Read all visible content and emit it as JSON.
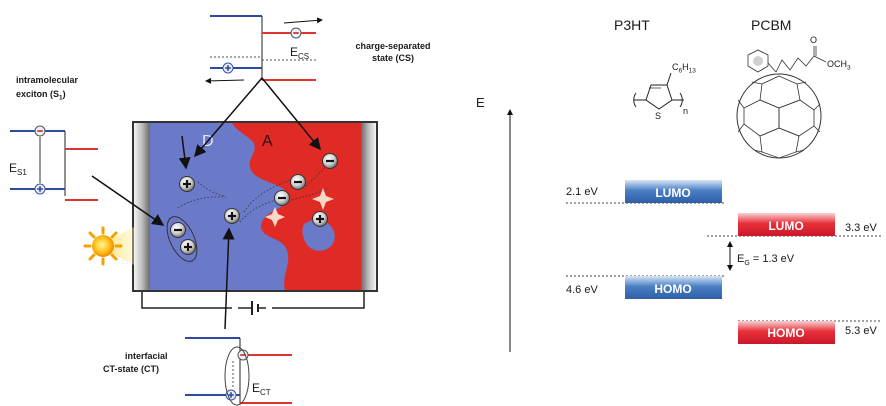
{
  "labels": {
    "charge_separated": [
      "charge-separated",
      "state (CS)"
    ],
    "e_cs": {
      "base": "E",
      "sub": "CS"
    },
    "intramolecular": [
      "intramolecular",
      "exciton (S"
    ],
    "s1_sub": "1",
    "close_paren": ")",
    "e_s1": {
      "base": "E",
      "sub": "S1"
    },
    "interfacial": [
      "interfacial",
      "CT-state (CT)"
    ],
    "e_ct": {
      "base": "E",
      "sub": "CT"
    },
    "donor": "D",
    "acceptor": "A",
    "electron_sign": "−",
    "hole_sign": "+",
    "energy_axis": "E"
  },
  "materials": {
    "p3ht": "P3HT",
    "pcbm": "PCBM",
    "p3ht_substituent": {
      "base": "C",
      "sub1": "6",
      "mid": "H",
      "sub2": "13"
    },
    "p3ht_s": "S",
    "p3ht_n": "n",
    "pcbm_substituent": {
      "base": "OCH",
      "sub": "3"
    },
    "pcbm_o": "O"
  },
  "levels": {
    "p3ht_lumo": {
      "label": "LUMO",
      "value": "2.1 eV",
      "energy": -2.1
    },
    "pcbm_lumo": {
      "label": "LUMO",
      "value": "3.3 eV",
      "energy": -3.3
    },
    "p3ht_homo": {
      "label": "HOMO",
      "value": "4.6 eV",
      "energy": -4.6
    },
    "pcbm_homo": {
      "label": "HOMO",
      "value": "5.3 eV",
      "energy": -5.3
    },
    "gap": {
      "base": "E",
      "sub": "G",
      "rest": " = 1.3 eV"
    }
  },
  "colors": {
    "donor": "#6b79c9",
    "acceptor": "#e02a25",
    "level_blue": "#4a7fc4",
    "level_red": "#e8303a",
    "line_blue": "#2d4aa0",
    "line_red": "#e0352f"
  }
}
